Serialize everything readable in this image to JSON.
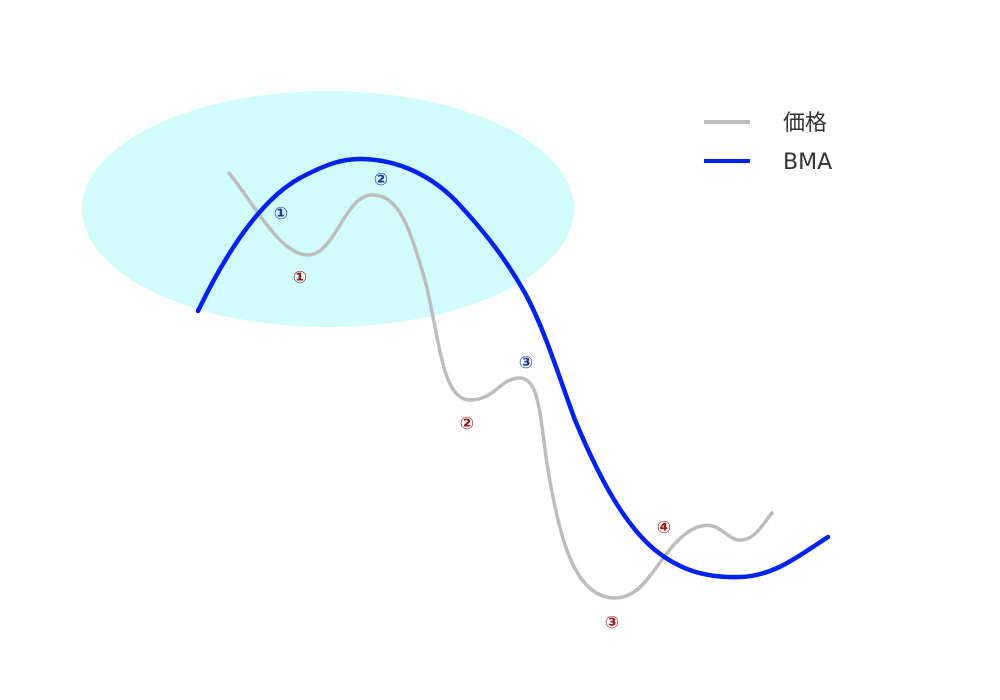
{
  "legend": {
    "price_label": "価格",
    "bma_label": "BMA"
  },
  "colors": {
    "price_line": "#bdbdbd",
    "bma_line": "#0022ee",
    "highlight_fill": "#d2fbfb",
    "blue_marker": "#1a3f9e",
    "red_marker": "#9a1c1c"
  },
  "markers": {
    "blue": [
      "①",
      "②",
      "③"
    ],
    "red": [
      "①",
      "②",
      "③",
      "④"
    ]
  }
}
